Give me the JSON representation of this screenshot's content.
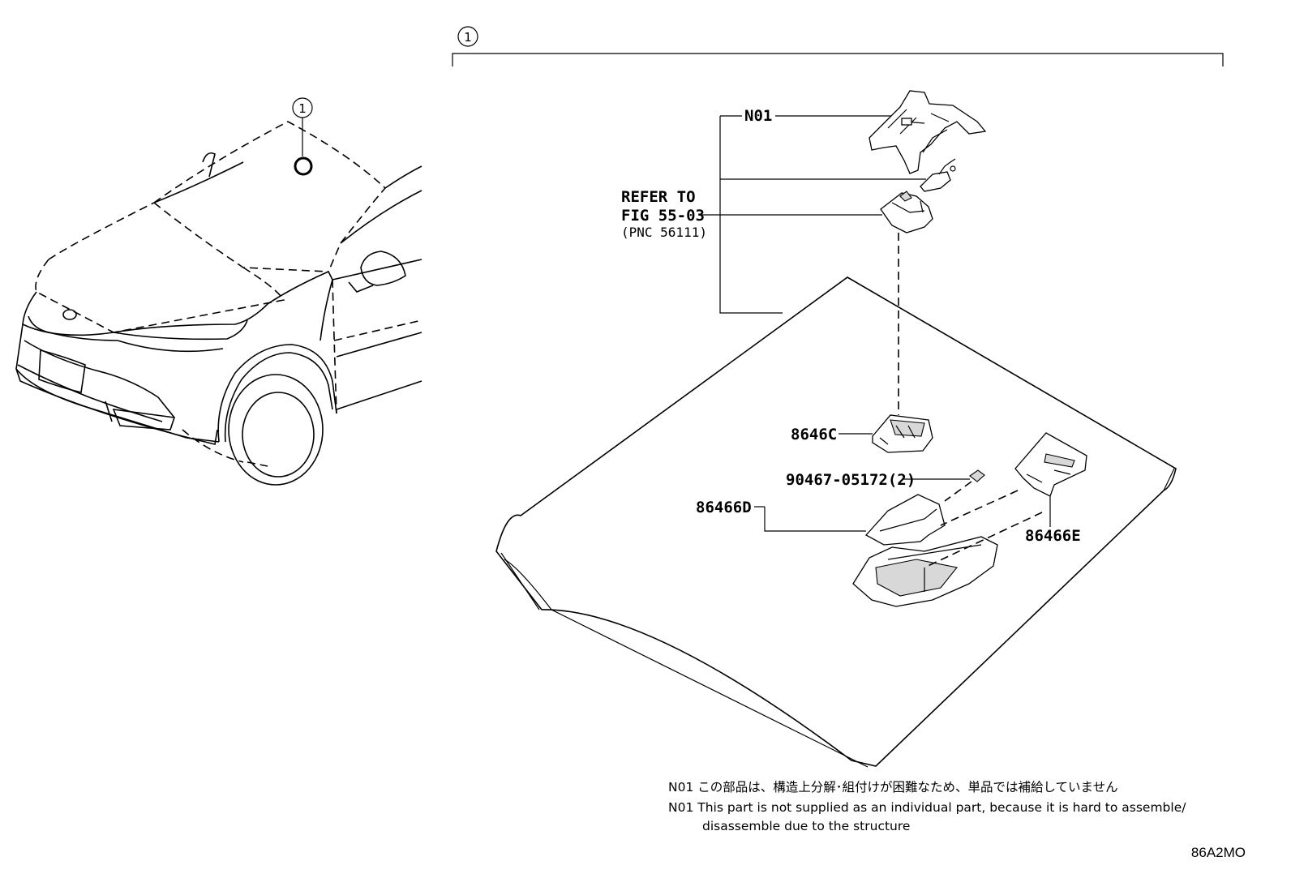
{
  "callout_number": "1",
  "labels": {
    "n01": "N01",
    "refer_line1": "REFER TO",
    "refer_line2": "FIG 55-03",
    "refer_line3": "(PNC 56111)",
    "part_8646c": "8646C",
    "part_90467": "90467-05172(2)",
    "part_86466d": "86466D",
    "part_86466e": "86466E"
  },
  "notes": {
    "jp": "N01 この部品は、構造上分解･組付けが困難なため、単品では補給していません",
    "en_line1": "N01 This part is not supplied as an individual part, because it is hard to assemble/",
    "en_line2": "disassemble due to the structure"
  },
  "diagram_code": "86A2MO"
}
